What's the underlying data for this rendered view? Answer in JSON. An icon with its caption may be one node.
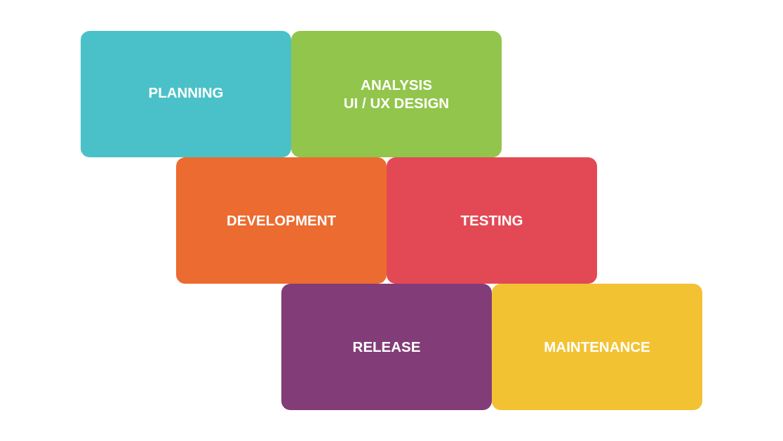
{
  "diagram": {
    "nodes": [
      {
        "text": [
          "PLANNING"
        ]
      },
      {
        "text": [
          "ANALYSIS",
          "UI / UX DESIGN"
        ]
      },
      {
        "text": [
          "DEVELOPMENT"
        ]
      },
      {
        "text": [
          "TESTING"
        ]
      },
      {
        "text": [
          "RELEASE"
        ]
      },
      {
        "text": [
          "MAINTENANCE"
        ]
      }
    ]
  }
}
